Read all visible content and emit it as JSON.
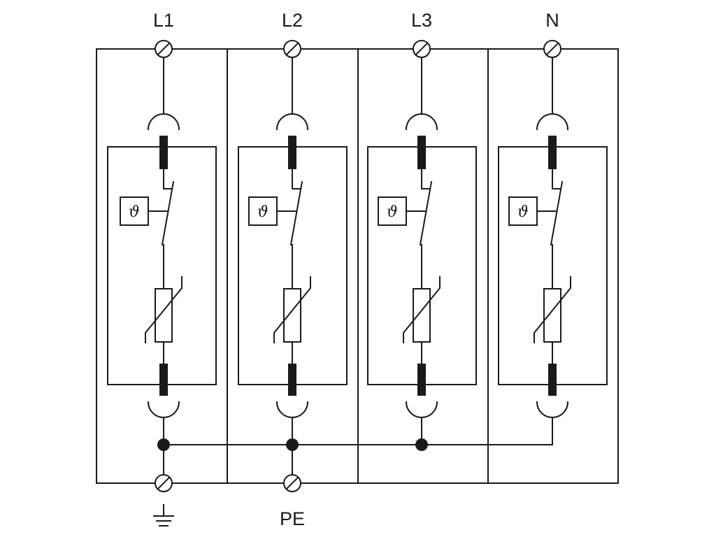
{
  "terminals": {
    "top": [
      "L1",
      "L2",
      "L3",
      "N"
    ],
    "bottom_pe": "PE"
  },
  "thermal_symbol": "ϑ",
  "icons": {
    "terminal": "screw-terminal-icon",
    "ground": "ground-icon",
    "varistor": "varistor-icon",
    "thermal": "thermal-disconnector-icon",
    "switch": "switch-contact-icon",
    "fuse": "fuse-contact-icon",
    "junction": "junction-dot-icon"
  },
  "colors": {
    "stroke": "#1a1a1a",
    "background": "#ffffff"
  }
}
